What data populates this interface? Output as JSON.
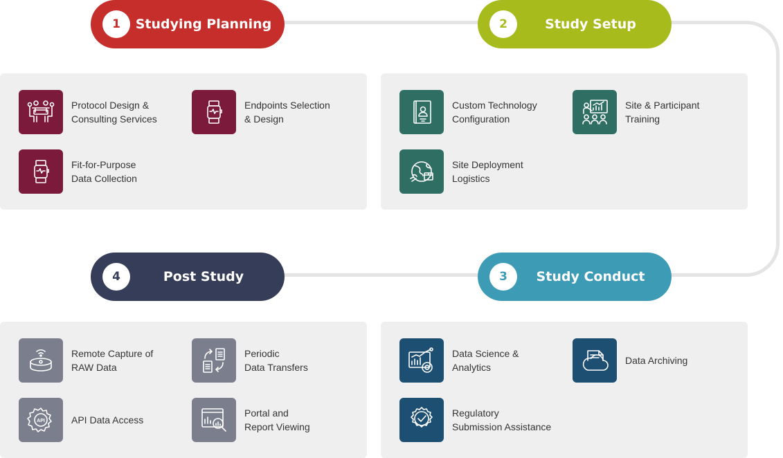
{
  "colors": {
    "planning": "#c52e2b",
    "setup": "#a7bb1c",
    "conduct": "#3e9bb5",
    "post": "#363d58",
    "planning_icon": "#7b1a3b",
    "setup_icon": "#2f6f63",
    "conduct_icon": "#1d4f73",
    "post_icon": "#7b7e8c",
    "panel": "#efefef",
    "connector": "#e4e4e4"
  },
  "stages": {
    "planning": {
      "number": "1",
      "title": "Studying Planning",
      "items": [
        {
          "label": "Protocol Design &\nConsulting Services",
          "icon": "meeting-table-icon"
        },
        {
          "label": "Endpoints Selection\n& Design",
          "icon": "smartwatch-icon"
        },
        {
          "label": "Fit-for-Purpose\nData Collection",
          "icon": "smartwatch-icon"
        }
      ]
    },
    "setup": {
      "number": "2",
      "title": "Study Setup",
      "items": [
        {
          "label": "Custom Technology\nConfiguration",
          "icon": "manual-book-icon"
        },
        {
          "label": "Site & Participant\nTraining",
          "icon": "presentation-training-icon"
        },
        {
          "label": "Site Deployment\nLogistics",
          "icon": "globe-delivery-icon"
        }
      ]
    },
    "conduct": {
      "number": "3",
      "title": "Study Conduct",
      "items": [
        {
          "label": "Data Science &\nAnalytics",
          "icon": "analytics-dashboard-icon"
        },
        {
          "label": "Data Archiving",
          "icon": "cloud-archive-icon"
        },
        {
          "label": "Regulatory\nSubmission Assistance",
          "icon": "certificate-seal-icon"
        }
      ]
    },
    "post": {
      "number": "4",
      "title": "Post Study",
      "items": [
        {
          "label": "Remote Capture of\nRAW Data",
          "icon": "wireless-device-icon"
        },
        {
          "label": "Periodic\nData Transfers",
          "icon": "file-transfer-icon"
        },
        {
          "label": "API Data Access",
          "icon": "api-gear-icon"
        },
        {
          "label": "Portal and\nReport Viewing",
          "icon": "report-magnifier-icon"
        }
      ]
    }
  }
}
